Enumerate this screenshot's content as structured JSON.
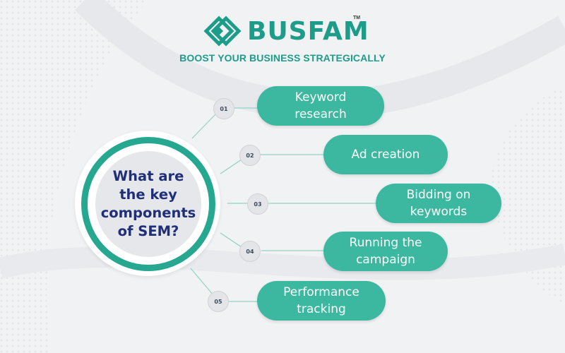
{
  "brand": {
    "name": "BUSFAM",
    "trademark": "TM",
    "tagline": "BOOST YOUR BUSINESS STRATEGICALLY"
  },
  "diagram": {
    "center_title": "What are the key components of SEM?",
    "steps": [
      {
        "number": "01",
        "label": "Keyword research"
      },
      {
        "number": "02",
        "label": "Ad creation"
      },
      {
        "number": "03",
        "label": "Bidding on keywords"
      },
      {
        "number": "04",
        "label": "Running the campaign"
      },
      {
        "number": "05",
        "label": "Performance tracking"
      }
    ]
  },
  "colors": {
    "accent": "#26a78f",
    "pill": "#3bb89f",
    "center_text": "#1f2f7a",
    "background": "#f1f2f4"
  }
}
